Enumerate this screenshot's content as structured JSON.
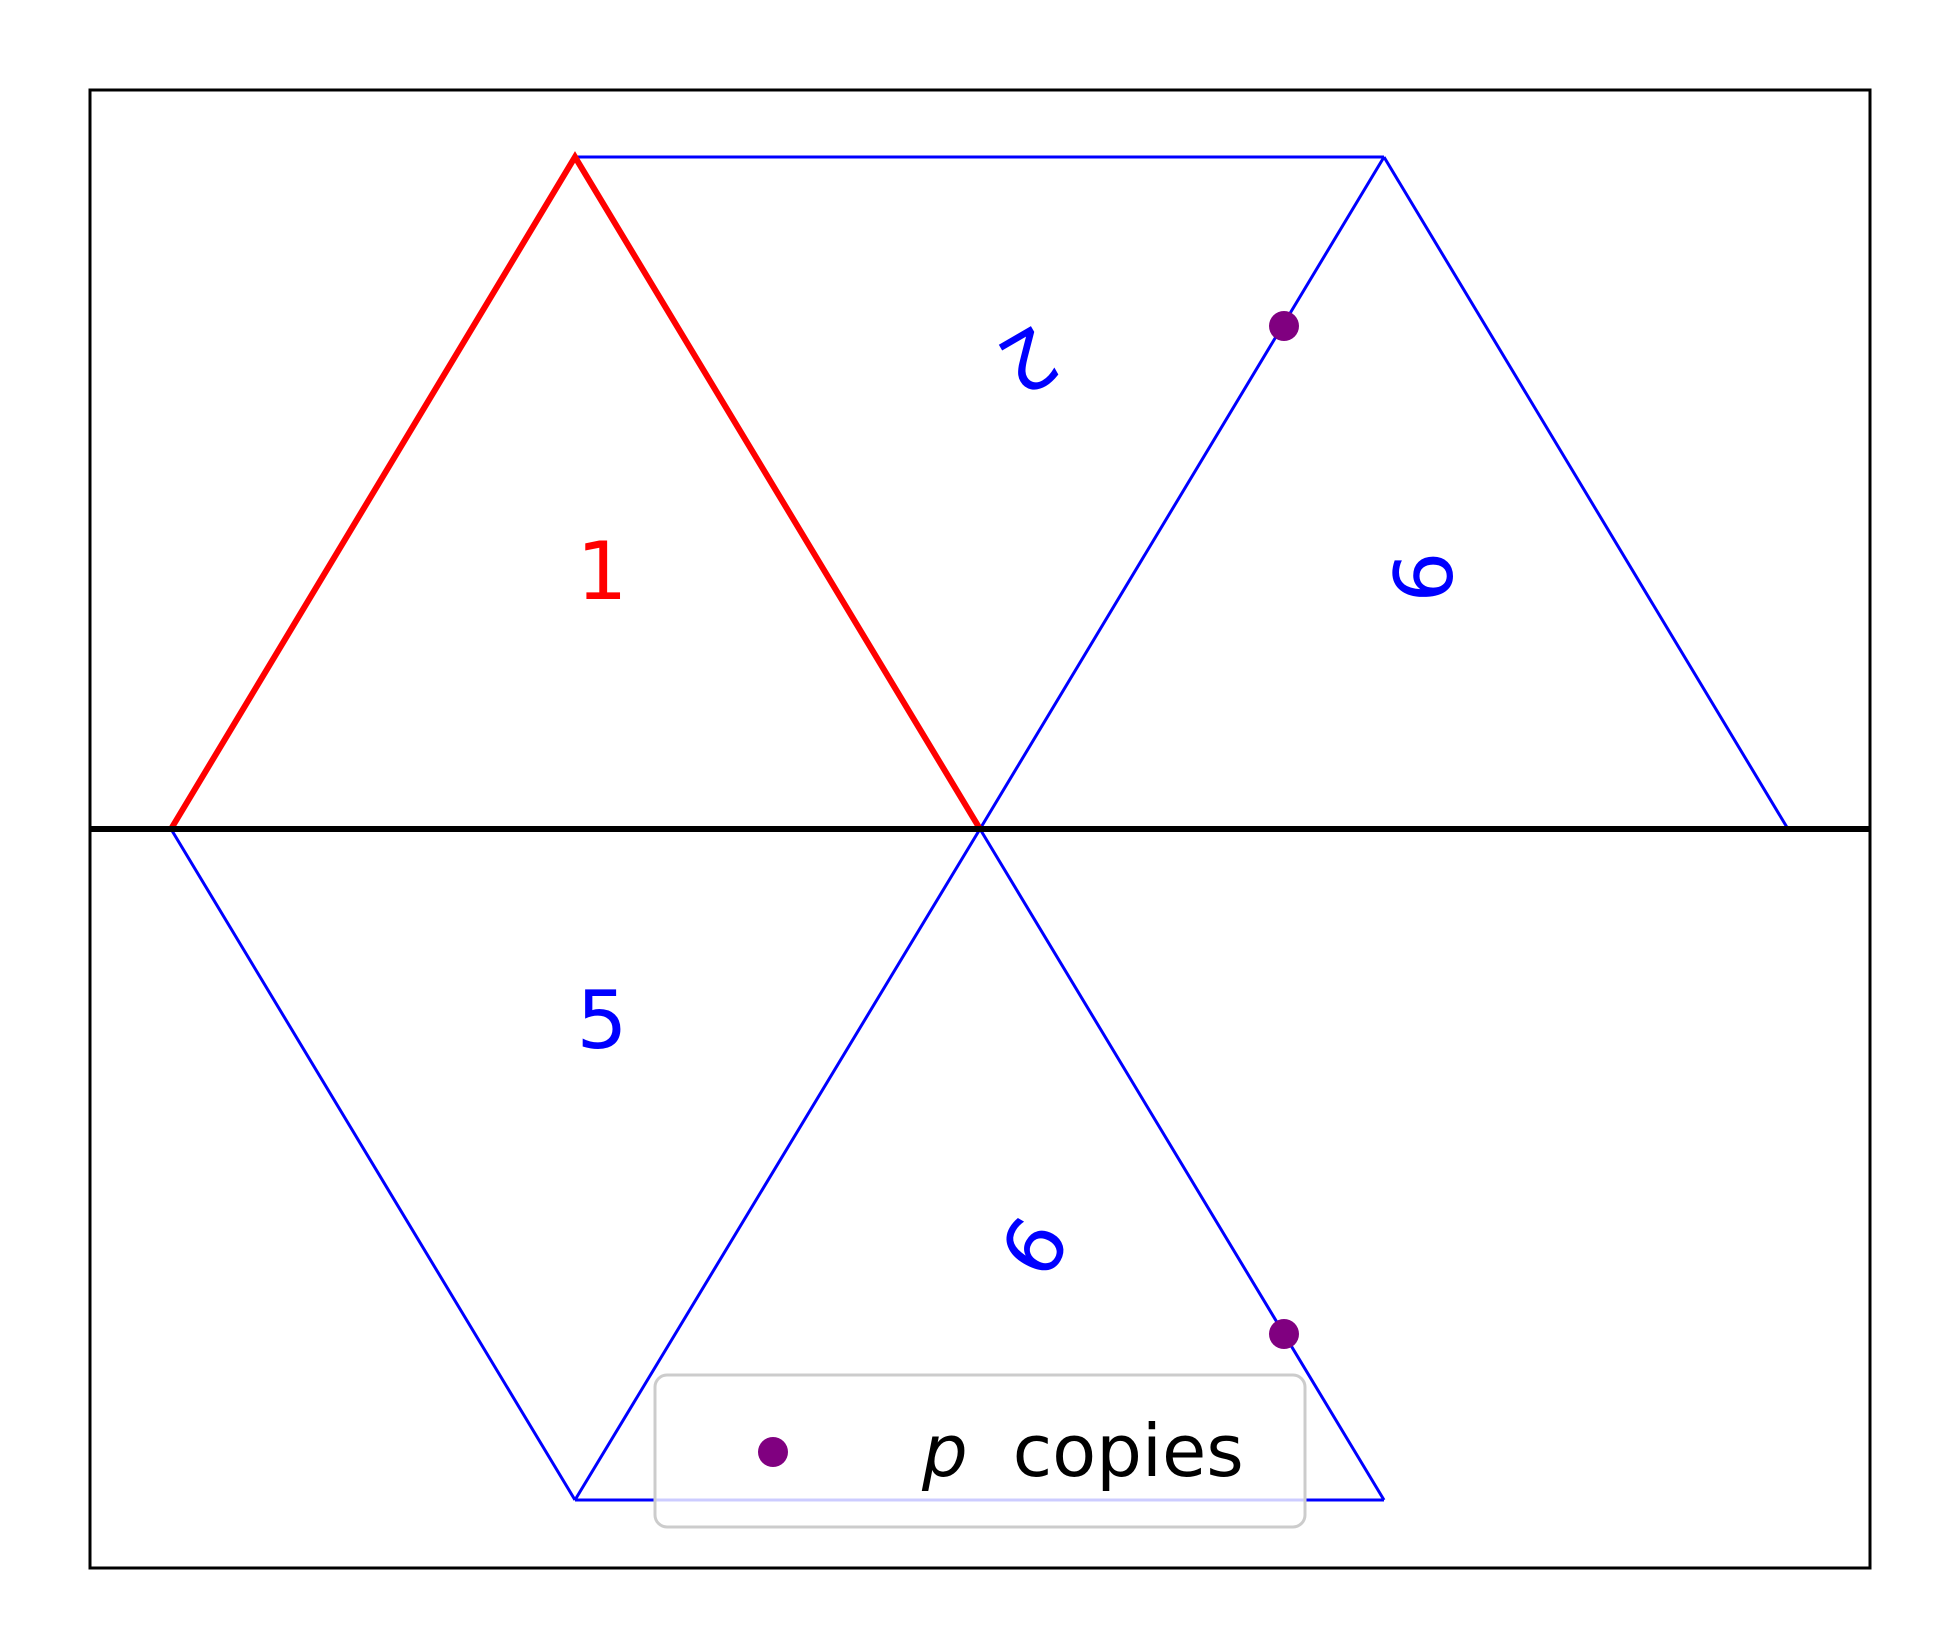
{
  "colors": {
    "highlight": "#ff0000",
    "edges": "#0000ff",
    "marker": "#800080",
    "axis": "#000000",
    "legend_border": "#cccccc"
  },
  "labels": {
    "t1": "1",
    "t2": "2",
    "t5": "5",
    "t6a": "6",
    "t6b": "6"
  },
  "legend": {
    "symbol": "p",
    "text": "copies",
    "marker_icon": "purple-dot-icon"
  }
}
